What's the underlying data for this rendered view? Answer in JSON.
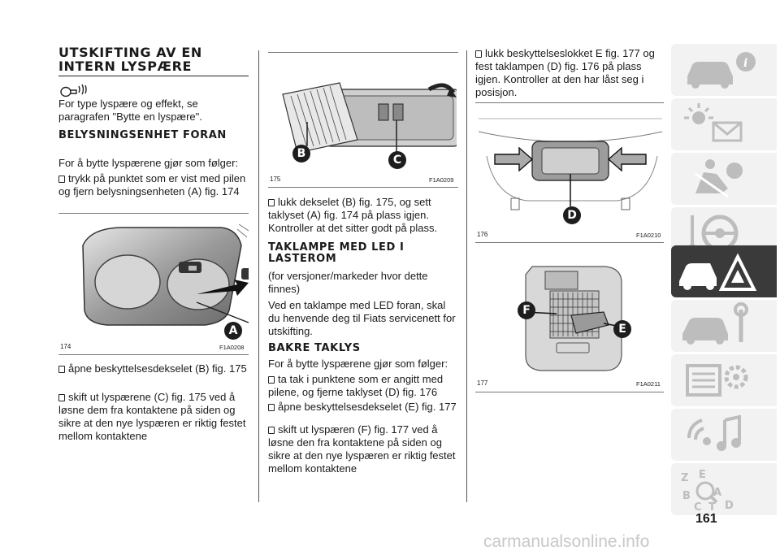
{
  "col1": {
    "heading": "UTSKIFTING AV EN INTERN LYSPÆRE",
    "intro": "For type lyspære og effekt, se paragrafen \"Bytte en lyspære\".",
    "section1_heading": "BELYSNINGSENHET FORAN",
    "section1_intro": "For å bytte lyspærene gjør som følger:",
    "bullet1": "trykk på punktet som er vist med pilen og fjern belysningsenheten (A) fig. 174",
    "fig174_number": "174",
    "fig174_ref": "F1A0208",
    "fig174_label": "A",
    "bullet2": "åpne beskyttelsesdekselet (B) fig. 175",
    "bullet3": "skift ut lyspærene (C) fig. 175 ved å løsne dem fra kontaktene på siden og sikre at den nye lyspæren er riktig festet mellom kontaktene"
  },
  "col2": {
    "fig175_number": "175",
    "fig175_ref": "F1A0209",
    "fig175_label_b": "B",
    "fig175_label_c": "C",
    "bullet1": "lukk dekselet (B) fig. 175, og sett taklyset (A) fig. 174 på plass igjen. Kontroller at det sitter godt på plass.",
    "section2_heading": "TAKLAMPE MED LED I LASTEROM",
    "section2_p1": "(for versjoner/markeder hvor dette finnes)",
    "section2_p2": "Ved en taklampe med LED foran, skal du henvende deg til Fiats servicenett for utskifting.",
    "section3_heading": "BAKRE TAKLYS",
    "section3_intro": "For å bytte lyspærene gjør som følger:",
    "bullet2": "ta tak i punktene som er angitt med pilene, og fjerne taklyset (D) fig. 176",
    "bullet3": "åpne beskyttelsesdekselet (E) fig. 177",
    "bullet4": "skift ut lyspæren (F) fig. 177 ved å løsne den fra kontaktene på siden og sikre at den nye lyspæren er riktig festet mellom kontaktene"
  },
  "col3": {
    "bullet1": "lukk beskyttelseslokket E fig. 177 og fest taklampen (D) fig. 176 på plass igjen. Kontroller at den har låst seg i posisjon.",
    "fig176_number": "176",
    "fig176_ref": "F1A0210",
    "fig176_label": "D",
    "fig177_number": "177",
    "fig177_ref": "F1A0211",
    "fig177_label_f": "F",
    "fig177_label_e": "E"
  },
  "page_number": "161",
  "watermark": "carmanualsonline.info",
  "sidebar_icons": [
    "car-info-icon",
    "warning-lights-icon",
    "airbag-safety-icon",
    "steering-key-icon",
    "emergency-triangle-icon",
    "car-service-icon",
    "technical-data-icon",
    "multimedia-icon",
    "index-icon"
  ],
  "colors": {
    "sidebar_active": "#3a3a3a",
    "sidebar_inactive": "#f2f2f2",
    "icon_grey": "#bdbdbd"
  }
}
